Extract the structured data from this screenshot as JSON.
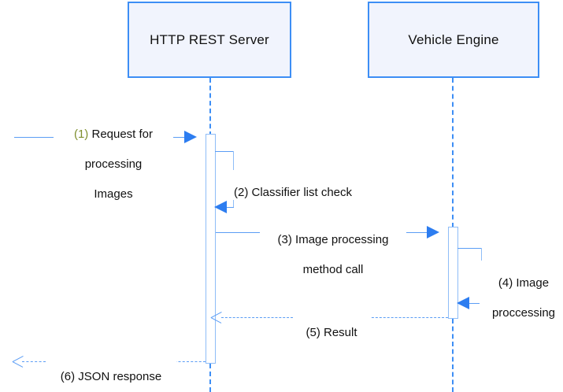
{
  "diagram": {
    "type": "uml-sequence-diagram",
    "title": "HTTP REST image processing sequence",
    "colors": {
      "box_fill": "#f1f4fd",
      "box_border": "#3d8ef5",
      "lifeline": "#3d8ef5",
      "arrow": "#2d7df0",
      "message_line": "#5b9df5",
      "activation_border": "#8fbdf7",
      "activation_fill": "#ffffff",
      "text": "#111111",
      "accent_number": "#7f8f2e",
      "background": "#ffffff"
    }
  },
  "participants": [
    {
      "id": "http-rest-server",
      "label": "HTTP REST Server"
    },
    {
      "id": "vehicle-engine",
      "label": "Vehicle Engine"
    }
  ],
  "messages": [
    {
      "number": "(1)",
      "text": "Request for\nprocessing\nImages",
      "from": "actor",
      "to": "http-rest-server",
      "kind": "call",
      "style": "solid",
      "number_color": "#7f8f2e"
    },
    {
      "number": "(2)",
      "text": "Classifier list check",
      "from": "http-rest-server",
      "to": "http-rest-server",
      "kind": "self-call",
      "style": "solid",
      "number_color": "#111111"
    },
    {
      "number": "(3)",
      "text": "Image processing\nmethod call",
      "from": "http-rest-server",
      "to": "vehicle-engine",
      "kind": "call",
      "style": "solid",
      "number_color": "#111111"
    },
    {
      "number": "(4)",
      "text": "Image\nproccessing",
      "from": "vehicle-engine",
      "to": "vehicle-engine",
      "kind": "self-call",
      "style": "solid",
      "number_color": "#111111"
    },
    {
      "number": "(5)",
      "text": "Result",
      "from": "vehicle-engine",
      "to": "http-rest-server",
      "kind": "return",
      "style": "dashed",
      "number_color": "#111111"
    },
    {
      "number": "(6)",
      "text": "JSON response",
      "from": "http-rest-server",
      "to": "actor",
      "kind": "return",
      "style": "dashed",
      "number_color": "#111111"
    }
  ],
  "labels": {
    "m1_line1": "(1) Request for",
    "m1_num": "(1)",
    "m1_rest": " Request for",
    "m1_line2": "processing",
    "m1_line3": "Images",
    "m2": "(2) Classifier list check",
    "m3_line1": "(3) Image processing",
    "m3_line2": "method call",
    "m4_line1": "(4) Image",
    "m4_line2": "proccessing",
    "m5": "(5) Result",
    "m6": "(6) JSON response"
  }
}
